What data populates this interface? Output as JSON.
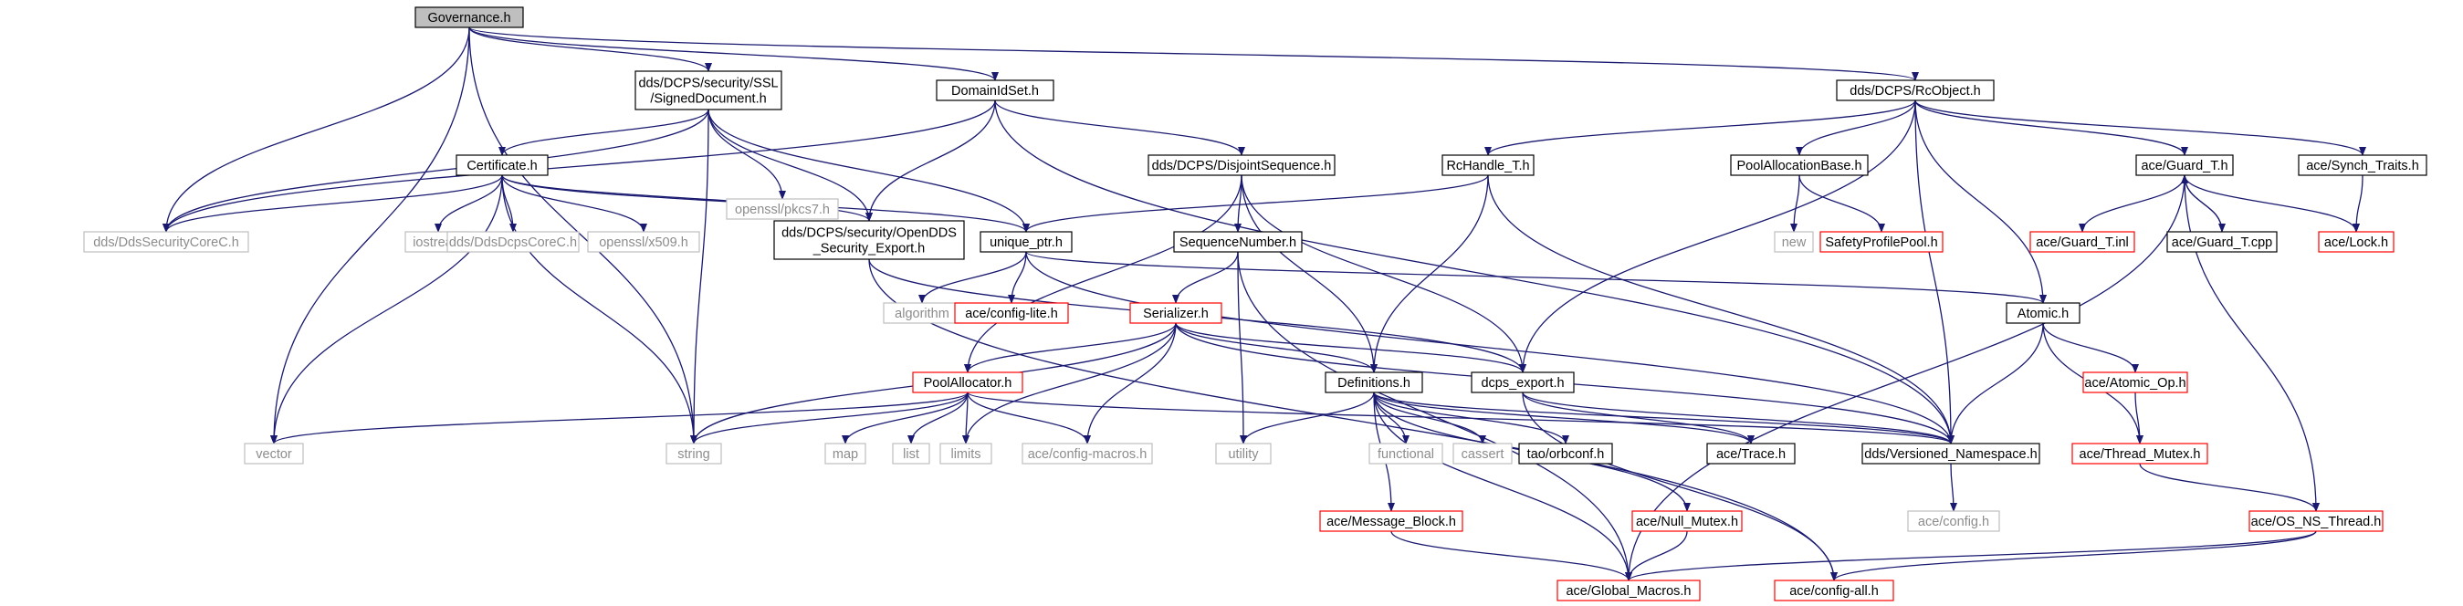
{
  "graph": {
    "title": "Governance.h",
    "colors": {
      "root_fill": "#bfbfbf",
      "box_fill": "#ffffff",
      "solid_border": "#000000",
      "red_border": "#ff0000",
      "gray_border": "#bfbfbf",
      "text": "#000000",
      "gray_text": "#8c8c8c",
      "edge": "#191970"
    },
    "nodes": [
      {
        "id": "governance",
        "label": "Governance.h",
        "style": "root"
      },
      {
        "id": "signed_doc",
        "label": "dds/DCPS/security/SSL\n/SignedDocument.h",
        "style": "solid"
      },
      {
        "id": "domain_id_set",
        "label": "DomainIdSet.h",
        "style": "solid"
      },
      {
        "id": "rc_object",
        "label": "dds/DCPS/RcObject.h",
        "style": "solid"
      },
      {
        "id": "certificate",
        "label": "Certificate.h",
        "style": "solid"
      },
      {
        "id": "openssl_pkcs7",
        "label": "openssl/pkcs7.h",
        "style": "gray"
      },
      {
        "id": "disjoint_seq",
        "label": "dds/DCPS/DisjointSequence.h",
        "style": "solid"
      },
      {
        "id": "rchandle",
        "label": "RcHandle_T.h",
        "style": "solid"
      },
      {
        "id": "pool_alloc_base",
        "label": "PoolAllocationBase.h",
        "style": "solid"
      },
      {
        "id": "ace_guard",
        "label": "ace/Guard_T.h",
        "style": "solid"
      },
      {
        "id": "ace_synch",
        "label": "ace/Synch_Traits.h",
        "style": "solid"
      },
      {
        "id": "dds_security_core",
        "label": "dds/DdsSecurityCoreC.h",
        "style": "gray"
      },
      {
        "id": "iostream",
        "label": "iostream",
        "style": "gray"
      },
      {
        "id": "dds_dcps_core",
        "label": "dds/DdsDcpsCoreC.h",
        "style": "gray"
      },
      {
        "id": "openssl_x509",
        "label": "openssl/x509.h",
        "style": "gray"
      },
      {
        "id": "security_export",
        "label": "dds/DCPS/security/OpenDDS\n_Security_Export.h",
        "style": "solid"
      },
      {
        "id": "unique_ptr",
        "label": "unique_ptr.h",
        "style": "solid"
      },
      {
        "id": "sequence_number",
        "label": "SequenceNumber.h",
        "style": "solid"
      },
      {
        "id": "new",
        "label": "new",
        "style": "gray"
      },
      {
        "id": "safety_profile_pool",
        "label": "SafetyProfilePool.h",
        "style": "red"
      },
      {
        "id": "ace_guard_inl",
        "label": "ace/Guard_T.inl",
        "style": "red"
      },
      {
        "id": "ace_guard_cpp",
        "label": "ace/Guard_T.cpp",
        "style": "solid"
      },
      {
        "id": "ace_lock",
        "label": "ace/Lock.h",
        "style": "red"
      },
      {
        "id": "algorithm",
        "label": "algorithm",
        "style": "gray"
      },
      {
        "id": "ace_config_lite",
        "label": "ace/config-lite.h",
        "style": "red"
      },
      {
        "id": "serializer",
        "label": "Serializer.h",
        "style": "red"
      },
      {
        "id": "atomic",
        "label": "Atomic.h",
        "style": "solid"
      },
      {
        "id": "pool_allocator",
        "label": "PoolAllocator.h",
        "style": "red"
      },
      {
        "id": "dcps_export",
        "label": "dcps_export.h",
        "style": "solid"
      },
      {
        "id": "definitions",
        "label": "Definitions.h",
        "style": "solid"
      },
      {
        "id": "ace_atomic_op",
        "label": "ace/Atomic_Op.h",
        "style": "red"
      },
      {
        "id": "vector",
        "label": "vector",
        "style": "gray"
      },
      {
        "id": "string",
        "label": "string",
        "style": "gray"
      },
      {
        "id": "map",
        "label": "map",
        "style": "gray"
      },
      {
        "id": "list",
        "label": "list",
        "style": "gray"
      },
      {
        "id": "limits",
        "label": "limits",
        "style": "gray"
      },
      {
        "id": "ace_config_macros",
        "label": "ace/config-macros.h",
        "style": "gray"
      },
      {
        "id": "utility",
        "label": "utility",
        "style": "gray"
      },
      {
        "id": "functional",
        "label": "functional",
        "style": "gray"
      },
      {
        "id": "cassert",
        "label": "cassert",
        "style": "gray"
      },
      {
        "id": "tao_orbconf",
        "label": "tao/orbconf.h",
        "style": "solid"
      },
      {
        "id": "ace_trace",
        "label": "ace/Trace.h",
        "style": "solid"
      },
      {
        "id": "versioned_ns",
        "label": "dds/Versioned_Namespace.h",
        "style": "solid"
      },
      {
        "id": "ace_thread_mutex",
        "label": "ace/Thread_Mutex.h",
        "style": "red"
      },
      {
        "id": "ace_config",
        "label": "ace/config.h",
        "style": "gray"
      },
      {
        "id": "ace_message_block",
        "label": "ace/Message_Block.h",
        "style": "red"
      },
      {
        "id": "ace_null_mutex",
        "label": "ace/Null_Mutex.h",
        "style": "red"
      },
      {
        "id": "ace_os_ns_thread",
        "label": "ace/OS_NS_Thread.h",
        "style": "red"
      },
      {
        "id": "ace_global_macros",
        "label": "ace/Global_Macros.h",
        "style": "red"
      },
      {
        "id": "ace_config_all",
        "label": "ace/config-all.h",
        "style": "red"
      }
    ],
    "edges": [
      [
        "governance",
        "signed_doc"
      ],
      [
        "governance",
        "domain_id_set"
      ],
      [
        "governance",
        "rc_object"
      ],
      [
        "governance",
        "dds_security_core"
      ],
      [
        "governance",
        "vector"
      ],
      [
        "governance",
        "string"
      ],
      [
        "signed_doc",
        "certificate"
      ],
      [
        "signed_doc",
        "openssl_pkcs7"
      ],
      [
        "signed_doc",
        "dds_security_core"
      ],
      [
        "signed_doc",
        "string"
      ],
      [
        "signed_doc",
        "security_export"
      ],
      [
        "signed_doc",
        "unique_ptr"
      ],
      [
        "domain_id_set",
        "disjoint_seq"
      ],
      [
        "domain_id_set",
        "dds_security_core"
      ],
      [
        "domain_id_set",
        "security_export"
      ],
      [
        "domain_id_set",
        "versioned_ns"
      ],
      [
        "rc_object",
        "rchandle"
      ],
      [
        "rc_object",
        "pool_alloc_base"
      ],
      [
        "rc_object",
        "ace_guard"
      ],
      [
        "rc_object",
        "ace_synch"
      ],
      [
        "rc_object",
        "dcps_export"
      ],
      [
        "rc_object",
        "versioned_ns"
      ],
      [
        "rc_object",
        "atomic"
      ],
      [
        "certificate",
        "dds_security_core"
      ],
      [
        "certificate",
        "iostream"
      ],
      [
        "certificate",
        "dds_dcps_core"
      ],
      [
        "certificate",
        "openssl_x509"
      ],
      [
        "certificate",
        "security_export"
      ],
      [
        "certificate",
        "unique_ptr"
      ],
      [
        "certificate",
        "vector"
      ],
      [
        "certificate",
        "string"
      ],
      [
        "disjoint_seq",
        "sequence_number"
      ],
      [
        "disjoint_seq",
        "pool_allocator"
      ],
      [
        "disjoint_seq",
        "dcps_export"
      ],
      [
        "disjoint_seq",
        "definitions"
      ],
      [
        "rchandle",
        "unique_ptr"
      ],
      [
        "rchandle",
        "definitions"
      ],
      [
        "rchandle",
        "versioned_ns"
      ],
      [
        "pool_alloc_base",
        "new"
      ],
      [
        "pool_alloc_base",
        "safety_profile_pool"
      ],
      [
        "ace_guard",
        "ace_guard_inl"
      ],
      [
        "ace_guard",
        "ace_guard_cpp"
      ],
      [
        "ace_guard",
        "ace_lock"
      ],
      [
        "ace_guard",
        "ace_os_ns_thread"
      ],
      [
        "ace_guard",
        "ace_global_macros"
      ],
      [
        "ace_guard_cpp",
        "ace_guard"
      ],
      [
        "ace_synch",
        "ace_lock"
      ],
      [
        "security_export",
        "dcps_export"
      ],
      [
        "security_export",
        "ace_config_all"
      ],
      [
        "unique_ptr",
        "algorithm"
      ],
      [
        "unique_ptr",
        "ace_config_lite"
      ],
      [
        "unique_ptr",
        "atomic"
      ],
      [
        "unique_ptr",
        "versioned_ns"
      ],
      [
        "sequence_number",
        "serializer"
      ],
      [
        "sequence_number",
        "utility"
      ],
      [
        "sequence_number",
        "ace_global_macros"
      ],
      [
        "serializer",
        "pool_allocator"
      ],
      [
        "serializer",
        "dcps_export"
      ],
      [
        "serializer",
        "definitions"
      ],
      [
        "serializer",
        "string"
      ],
      [
        "serializer",
        "limits"
      ],
      [
        "serializer",
        "ace_config_macros"
      ],
      [
        "serializer",
        "versioned_ns"
      ],
      [
        "atomic",
        "ace_atomic_op"
      ],
      [
        "atomic",
        "ace_thread_mutex"
      ],
      [
        "atomic",
        "versioned_ns"
      ],
      [
        "pool_allocator",
        "vector"
      ],
      [
        "pool_allocator",
        "string"
      ],
      [
        "pool_allocator",
        "map"
      ],
      [
        "pool_allocator",
        "list"
      ],
      [
        "pool_allocator",
        "limits"
      ],
      [
        "pool_allocator",
        "ace_config_macros"
      ],
      [
        "pool_allocator",
        "versioned_ns"
      ],
      [
        "dcps_export",
        "ace_trace"
      ],
      [
        "dcps_export",
        "versioned_ns"
      ],
      [
        "dcps_export",
        "ace_config_all"
      ],
      [
        "definitions",
        "utility"
      ],
      [
        "definitions",
        "functional"
      ],
      [
        "definitions",
        "cassert"
      ],
      [
        "definitions",
        "tao_orbconf"
      ],
      [
        "definitions",
        "ace_trace"
      ],
      [
        "definitions",
        "versioned_ns"
      ],
      [
        "definitions",
        "ace_message_block"
      ],
      [
        "definitions",
        "ace_null_mutex"
      ],
      [
        "definitions",
        "ace_global_macros"
      ],
      [
        "ace_atomic_op",
        "ace_thread_mutex"
      ],
      [
        "versioned_ns",
        "ace_config"
      ],
      [
        "ace_thread_mutex",
        "ace_os_ns_thread"
      ],
      [
        "ace_message_block",
        "ace_global_macros"
      ],
      [
        "ace_null_mutex",
        "ace_global_macros"
      ],
      [
        "ace_os_ns_thread",
        "ace_global_macros"
      ],
      [
        "ace_os_ns_thread",
        "ace_config_all"
      ]
    ]
  }
}
